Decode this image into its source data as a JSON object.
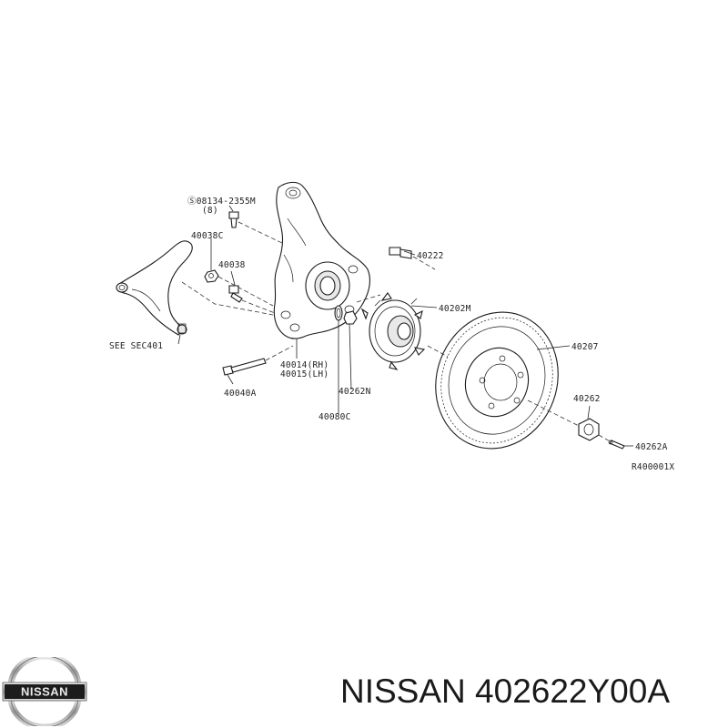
{
  "diagram": {
    "callouts": {
      "bolt_spec": "Ⓢ08134-2355M",
      "bolt_qty": "(8)",
      "p40038C": "40038C",
      "p40038": "40038",
      "see_sec": "SEE SEC401",
      "p40040A": "40040A",
      "p40014": "40014(RH)",
      "p40015": "40015(LH)",
      "p40080C": "40080C",
      "p40262N": "40262N",
      "p40222": "40222",
      "p40202M": "40202M",
      "p40207": "40207",
      "p40262": "40262",
      "p40262A": "40262A",
      "ref_code": "R400001X"
    }
  },
  "brand": {
    "logo_text": "NISSAN",
    "title": "NISSAN 402622Y00A"
  }
}
